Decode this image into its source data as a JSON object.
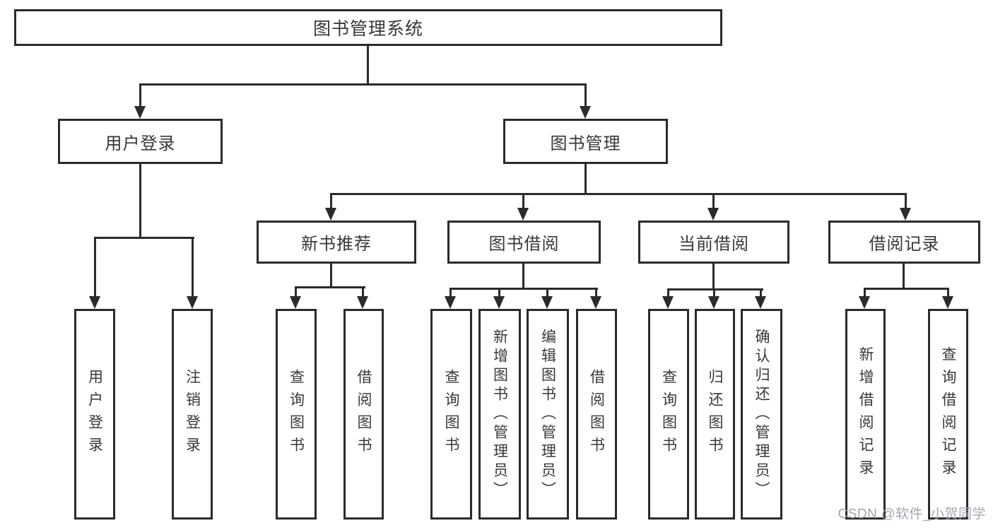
{
  "colors": {
    "line": "#2b2b2d",
    "text": "#38383b",
    "watermark_gray": "#a3a7ad",
    "background": "#ffffff"
  },
  "watermark": "CSDN @软件_小贺同学",
  "diagram": {
    "root": {
      "label": "图书管理系统"
    },
    "branches": [
      {
        "label": "用户登录",
        "leaves": [
          "用户登录",
          "注销登录"
        ]
      },
      {
        "label": "图书管理",
        "children": [
          {
            "label": "新书推荐",
            "leaves": [
              "查询图书",
              "借阅图书"
            ]
          },
          {
            "label": "图书借阅",
            "leaves": [
              "查询图书",
              "新增图书（管理员）",
              "编辑图书（管理员）",
              "借阅图书"
            ]
          },
          {
            "label": "当前借阅",
            "leaves": [
              "查询图书",
              "归还图书",
              "确认归还（管理员）"
            ]
          },
          {
            "label": "借阅记录",
            "leaves": [
              "新增借阅记录",
              "查询借阅记录"
            ]
          }
        ]
      }
    ]
  }
}
